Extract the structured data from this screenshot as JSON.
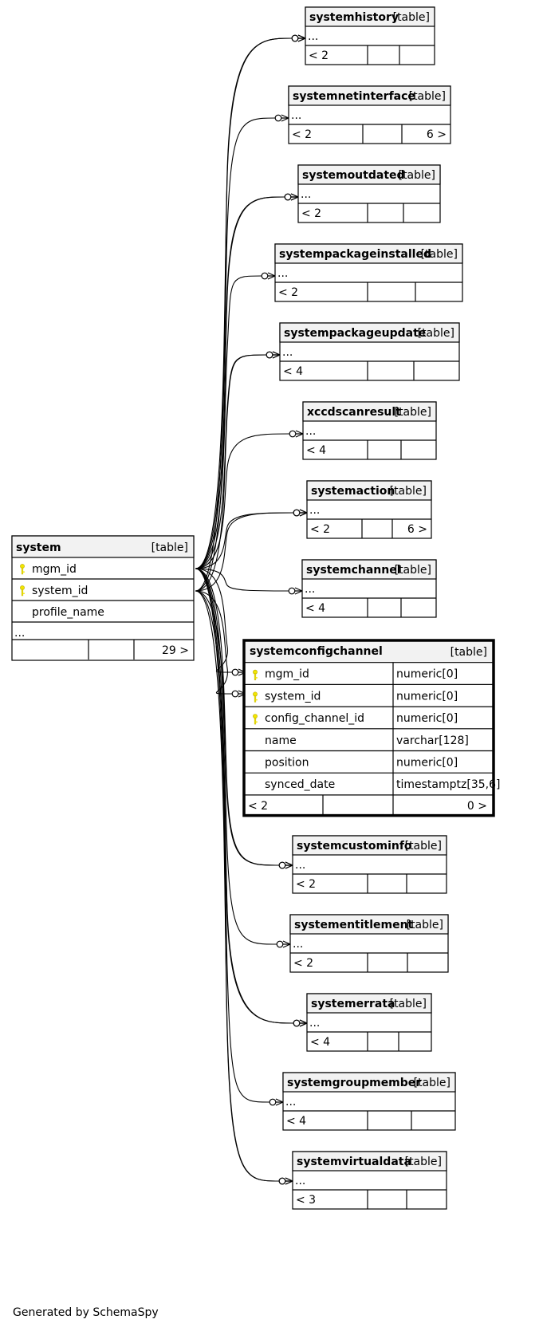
{
  "main_table": {
    "name": "system",
    "type_label": "[table]",
    "columns": [
      {
        "name": "mgm_id",
        "key": true
      },
      {
        "name": "system_id",
        "key": true
      },
      {
        "name": "profile_name",
        "key": false
      }
    ],
    "ellipsis": "...",
    "footer": [
      "",
      "",
      "29 >"
    ]
  },
  "related_tables": [
    {
      "name": "systemhistory",
      "type_label": "[table]",
      "ellipsis": "...",
      "footer": [
        "< 2",
        "",
        ""
      ]
    },
    {
      "name": "systemnetinterface",
      "type_label": "[table]",
      "ellipsis": "...",
      "footer": [
        "< 2",
        "",
        "6 >"
      ]
    },
    {
      "name": "systemoutdated",
      "type_label": "[table]",
      "ellipsis": "...",
      "footer": [
        "< 2",
        "",
        ""
      ]
    },
    {
      "name": "systempackageinstalled",
      "type_label": "[table]",
      "ellipsis": "...",
      "footer": [
        "< 2",
        "",
        ""
      ]
    },
    {
      "name": "systempackageupdate",
      "type_label": "[table]",
      "ellipsis": "...",
      "footer": [
        "< 4",
        "",
        ""
      ]
    },
    {
      "name": "xccdscanresult",
      "type_label": "[table]",
      "ellipsis": "...",
      "footer": [
        "< 4",
        "",
        ""
      ]
    },
    {
      "name": "systemaction",
      "type_label": "[table]",
      "ellipsis": "...",
      "footer": [
        "< 2",
        "",
        "6 >"
      ]
    },
    {
      "name": "systemchannel",
      "type_label": "[table]",
      "ellipsis": "...",
      "footer": [
        "< 4",
        "",
        ""
      ]
    },
    {
      "name": "systemcustominfo",
      "type_label": "[table]",
      "ellipsis": "...",
      "footer": [
        "< 2",
        "",
        ""
      ]
    },
    {
      "name": "systementitlement",
      "type_label": "[table]",
      "ellipsis": "...",
      "footer": [
        "< 2",
        "",
        ""
      ]
    },
    {
      "name": "systemerrata",
      "type_label": "[table]",
      "ellipsis": "...",
      "footer": [
        "< 4",
        "",
        ""
      ]
    },
    {
      "name": "systemgroupmember",
      "type_label": "[table]",
      "ellipsis": "...",
      "footer": [
        "< 4",
        "",
        ""
      ]
    },
    {
      "name": "systemvirtualdata",
      "type_label": "[table]",
      "ellipsis": "...",
      "footer": [
        "< 3",
        "",
        ""
      ]
    }
  ],
  "focus_table": {
    "name": "systemconfigchannel",
    "type_label": "[table]",
    "columns": [
      {
        "name": "mgm_id",
        "type": "numeric[0]",
        "key": true
      },
      {
        "name": "system_id",
        "type": "numeric[0]",
        "key": true
      },
      {
        "name": "config_channel_id",
        "type": "numeric[0]",
        "key": true
      },
      {
        "name": "name",
        "type": "varchar[128]",
        "key": false
      },
      {
        "name": "position",
        "type": "numeric[0]",
        "key": false
      },
      {
        "name": "synced_date",
        "type": "timestamptz[35,6]",
        "key": false
      }
    ],
    "footer": [
      "< 2",
      "",
      "0 >"
    ]
  },
  "generated_by": "Generated by SchemaSpy",
  "colors": {
    "header_fill": "#f2f2f2",
    "border": "#000000",
    "key_icon": "#f2e600",
    "background": "#ffffff"
  },
  "icons": {
    "primary_key": "key-icon",
    "relationship_end": "crow-foot-zero-many-icon"
  }
}
